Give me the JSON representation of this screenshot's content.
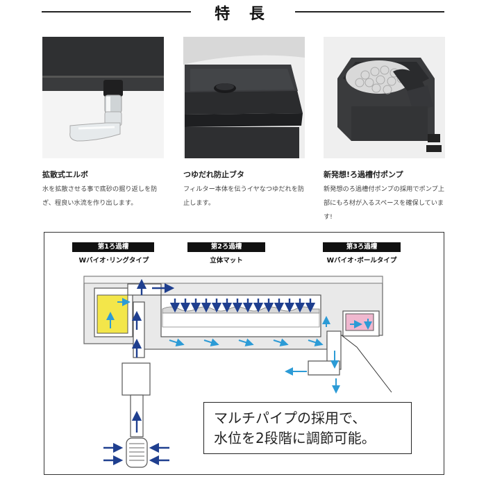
{
  "header": {
    "title": "特 長"
  },
  "features": [
    {
      "title": "拡散式エルボ",
      "text": "水を拡散させる事で底砂の掘り返しを防ぎ、程良い水流を作り出します。"
    },
    {
      "title": "つゆだれ防止ブタ",
      "text": "フィルター本体を伝うイヤなつゆだれを防止します。"
    },
    {
      "title": "新発想!ろ過槽付ポンプ",
      "text": "新発想のろ過槽付ポンプの採用でポンプ上部にもろ材が入るスペースを確保しています!"
    }
  ],
  "diagram": {
    "stages": [
      {
        "label": "第1ろ過槽",
        "media": "Wバイオ･リングタイプ"
      },
      {
        "label": "第2ろ過槽",
        "media": "立体マット"
      },
      {
        "label": "第3ろ過槽",
        "media": "Wバイオ･ボールタイプ"
      }
    ],
    "callout": {
      "line1": "マルチパイプの採用で、",
      "line2": "水位を2段階に調節可能。"
    },
    "colors": {
      "flow_dark": "#1f3f8f",
      "flow_light": "#2c9bd6",
      "stage1": "#f3e64a",
      "stage3": "#f0b8cf",
      "body": "#e9e9e9"
    }
  }
}
